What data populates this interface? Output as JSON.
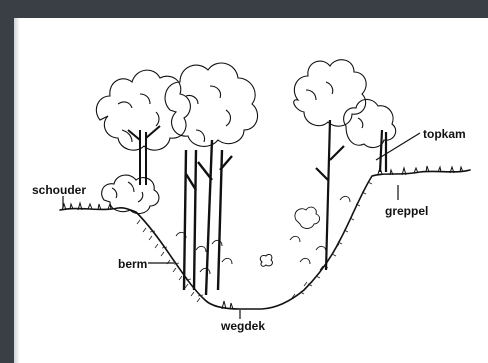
{
  "labels": {
    "schouder": "schouder",
    "berm": "berm",
    "wegdek": "wegdek",
    "topkam": "topkam",
    "greppel": "greppel"
  }
}
